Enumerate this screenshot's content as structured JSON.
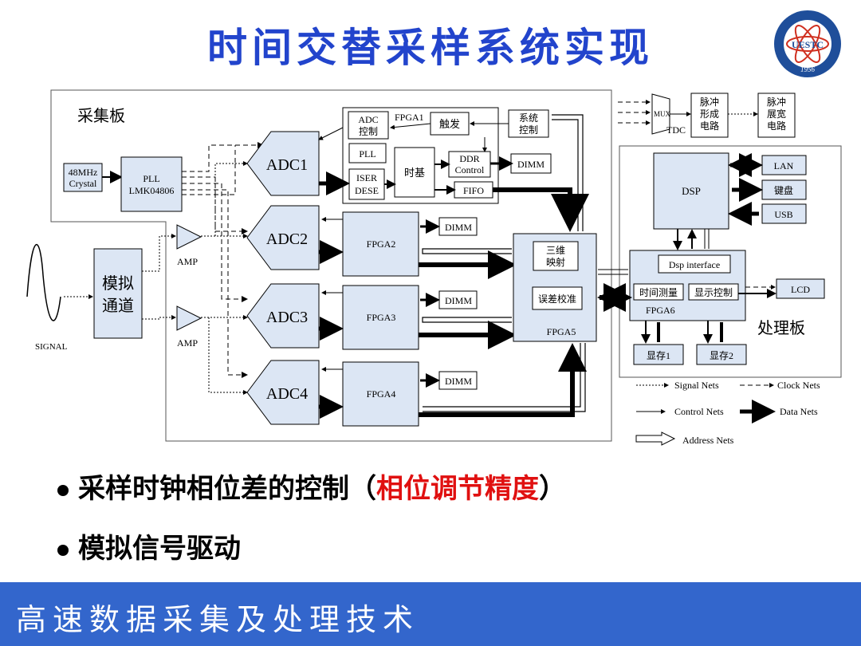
{
  "title": "时间交替采样系统实现",
  "logo": {
    "text": "UESTC",
    "year": "1956"
  },
  "diagram": {
    "acq_board_label": "采集板",
    "proc_board_label": "处理板",
    "crystal": [
      "48MHz",
      "Crystal"
    ],
    "pll": [
      "PLL",
      "LMK04806"
    ],
    "analog": [
      "模拟",
      "通道"
    ],
    "signal_label": "SIGNAL",
    "amp": "AMP",
    "adc": [
      "ADC1",
      "ADC2",
      "ADC3",
      "ADC4"
    ],
    "fpga": [
      "FPGA2",
      "FPGA3",
      "FPGA4"
    ],
    "dimm": "DIMM",
    "fpga1": {
      "name": "FPGA1",
      "adc_ctrl": [
        "ADC",
        "控制"
      ],
      "trigger": "触发",
      "sys_ctrl": [
        "系统",
        "控制"
      ],
      "pll": "PLL",
      "ddr": [
        "DDR",
        "Control"
      ],
      "iser": [
        "ISER",
        "DESE"
      ],
      "timebase": "时基",
      "fifo": "FIFO"
    },
    "fpga5": {
      "name": "FPGA5",
      "map": [
        "三维",
        "映射"
      ],
      "calib": "误差校准"
    },
    "mux": {
      "mux": "MUX",
      "tdc": "TDC",
      "pulse_form": [
        "脉冲",
        "形成",
        "电路"
      ],
      "pulse_widen": [
        "脉冲",
        "展宽",
        "电路"
      ]
    },
    "dsp": "DSP",
    "lan": "LAN",
    "keyboard": "键盘",
    "usb": "USB",
    "fpga6": {
      "name": "FPGA6",
      "iface": "Dsp interface",
      "time_meas": "时间测量",
      "disp_ctrl": "显示控制"
    },
    "lcd": "LCD",
    "mem": [
      "显存1",
      "显存2"
    ],
    "legend": {
      "signal": "Signal Nets",
      "clock": "Clock Nets",
      "control": "Control Nets",
      "data": "Data Nets",
      "address": "Address Nets"
    }
  },
  "bullets": [
    {
      "main": "采样时钟相位差的控制（",
      "highlight": "相位调节精度",
      "tail": "）"
    },
    {
      "main": "模拟信号驱动"
    }
  ],
  "footer": "高速数据采集及处理技术",
  "colors": {
    "title": "#2244cc",
    "footer_bg": "#3366cc",
    "highlight": "#e01010",
    "box_fill": "#dce6f4"
  }
}
